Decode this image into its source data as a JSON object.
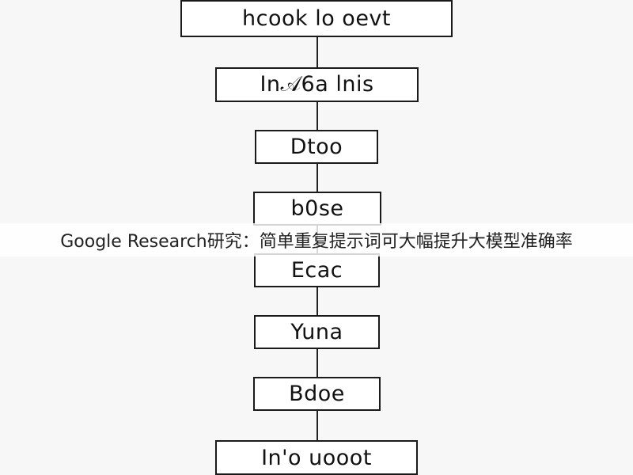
{
  "diagram": {
    "nodes": [
      {
        "label": "hcook lo oevt"
      },
      {
        "label": "In𝒜6a lnis"
      },
      {
        "label": "Dtoo"
      },
      {
        "label": "b0se"
      },
      {
        "label": "Ecac"
      },
      {
        "label": "Yuna"
      },
      {
        "label": "Bdoe"
      },
      {
        "label": "In'o uooot"
      }
    ]
  },
  "caption": {
    "text": "Google Research研究：简单重复提示词可大幅提升大模型准确率"
  }
}
